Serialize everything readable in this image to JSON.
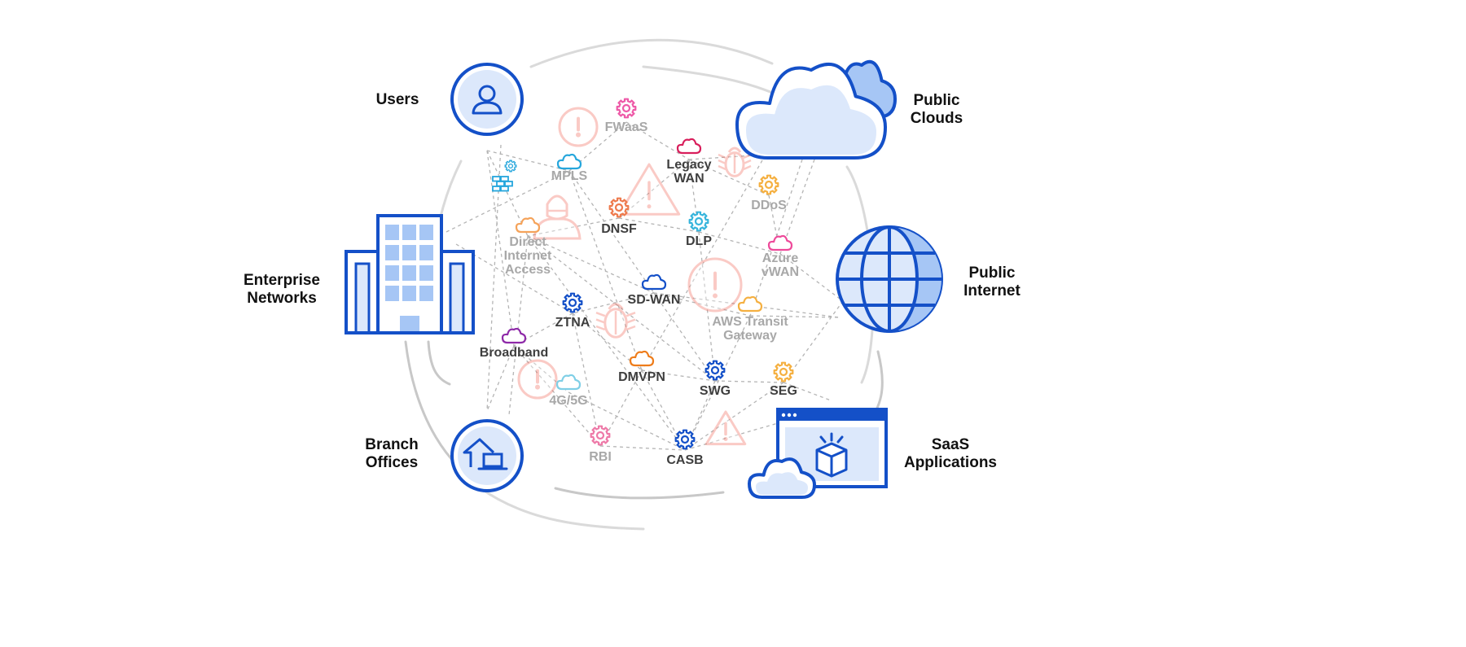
{
  "colors": {
    "brand_blue": "#1450c8",
    "light_blue": "#dce8fb",
    "mid_blue": "#a6c6f5",
    "threat_red": "#f26b5b",
    "dark_label": "#3e3e3e",
    "muted_label": "#a8a8a8",
    "mesh_line": "#b4b4b4"
  },
  "externals": [
    {
      "id": "users",
      "label": [
        "Users"
      ],
      "icon": "user-icon"
    },
    {
      "id": "public-clouds",
      "label": [
        "Public",
        "Clouds"
      ],
      "icon": "cloud-icon"
    },
    {
      "id": "enterprise-networks",
      "label": [
        "Enterprise",
        "Networks"
      ],
      "icon": "office-building-icon"
    },
    {
      "id": "public-internet",
      "label": [
        "Public",
        "Internet"
      ],
      "icon": "globe-icon"
    },
    {
      "id": "branch-offices",
      "label": [
        "Branch",
        "Offices"
      ],
      "icon": "home-laptop-icon"
    },
    {
      "id": "saas-applications",
      "label": [
        "SaaS",
        "Applications"
      ],
      "icon": "browser-window-icon"
    }
  ],
  "nodes": [
    {
      "id": "fwaas",
      "label": [
        "FWaaS"
      ],
      "icon": "gear-icon",
      "color": "#ee5aa8",
      "emphasis": "muted"
    },
    {
      "id": "mpls",
      "label": [
        "MPLS"
      ],
      "icon": "cloud-icon",
      "color": "#25a6dc",
      "emphasis": "muted"
    },
    {
      "id": "legacy-wan",
      "label": [
        "Legacy",
        "WAN"
      ],
      "icon": "cloud-icon",
      "color": "#d81e5b",
      "emphasis": "dark"
    },
    {
      "id": "ddos",
      "label": [
        "DDoS"
      ],
      "icon": "gear-icon",
      "color": "#f5b041",
      "emphasis": "muted"
    },
    {
      "id": "dnsf",
      "label": [
        "DNSF"
      ],
      "icon": "gear-icon",
      "color": "#ee7b4e",
      "emphasis": "dark"
    },
    {
      "id": "dlp",
      "label": [
        "DLP"
      ],
      "icon": "gear-icon",
      "color": "#38b5dc",
      "emphasis": "dark"
    },
    {
      "id": "dia",
      "label": [
        "Direct",
        "Internet",
        "Access"
      ],
      "icon": "cloud-icon",
      "color": "#f5a35a",
      "emphasis": "muted"
    },
    {
      "id": "azure",
      "label": [
        "Azure",
        "vWAN"
      ],
      "icon": "cloud-icon",
      "color": "#ee4a9a",
      "emphasis": "muted"
    },
    {
      "id": "sdwan",
      "label": [
        "SD-WAN"
      ],
      "icon": "cloud-icon",
      "color": "#1450c8",
      "emphasis": "dark"
    },
    {
      "id": "ztna",
      "label": [
        "ZTNA"
      ],
      "icon": "gear-icon",
      "color": "#1450c8",
      "emphasis": "dark"
    },
    {
      "id": "aws",
      "label": [
        "AWS Transit",
        "Gateway"
      ],
      "icon": "cloud-icon",
      "color": "#f5b041",
      "emphasis": "muted"
    },
    {
      "id": "broadband",
      "label": [
        "Broadband"
      ],
      "icon": "cloud-icon",
      "color": "#8e2aa8",
      "emphasis": "dark"
    },
    {
      "id": "dmvpn",
      "label": [
        "DMVPN"
      ],
      "icon": "cloud-icon",
      "color": "#ee7c1a",
      "emphasis": "dark"
    },
    {
      "id": "4g5g",
      "label": [
        "4G/5G"
      ],
      "icon": "cloud-icon",
      "color": "#7fcfe6",
      "emphasis": "muted"
    },
    {
      "id": "swg",
      "label": [
        "SWG"
      ],
      "icon": "gear-icon",
      "color": "#1450c8",
      "emphasis": "dark"
    },
    {
      "id": "seg",
      "label": [
        "SEG"
      ],
      "icon": "gear-icon",
      "color": "#f5b041",
      "emphasis": "dark"
    },
    {
      "id": "rbi",
      "label": [
        "RBI"
      ],
      "icon": "gear-icon",
      "color": "#ee7aa8",
      "emphasis": "muted"
    },
    {
      "id": "casb",
      "label": [
        "CASB"
      ],
      "icon": "gear-icon",
      "color": "#1450c8",
      "emphasis": "dark"
    }
  ],
  "decorations": [
    {
      "id": "firewall-badge",
      "icon": "firewall-icon",
      "color": "#25a6dc"
    },
    {
      "id": "threat-alert-1",
      "icon": "alert-circle-icon"
    },
    {
      "id": "threat-alert-2",
      "icon": "alert-circle-icon"
    },
    {
      "id": "threat-alert-3",
      "icon": "alert-circle-icon"
    },
    {
      "id": "threat-warning-1",
      "icon": "warning-triangle-icon"
    },
    {
      "id": "threat-warning-2",
      "icon": "warning-triangle-icon"
    },
    {
      "id": "threat-bug-1",
      "icon": "bug-icon"
    },
    {
      "id": "threat-bug-2",
      "icon": "bug-icon"
    },
    {
      "id": "threat-hacker",
      "icon": "hacker-icon"
    }
  ]
}
